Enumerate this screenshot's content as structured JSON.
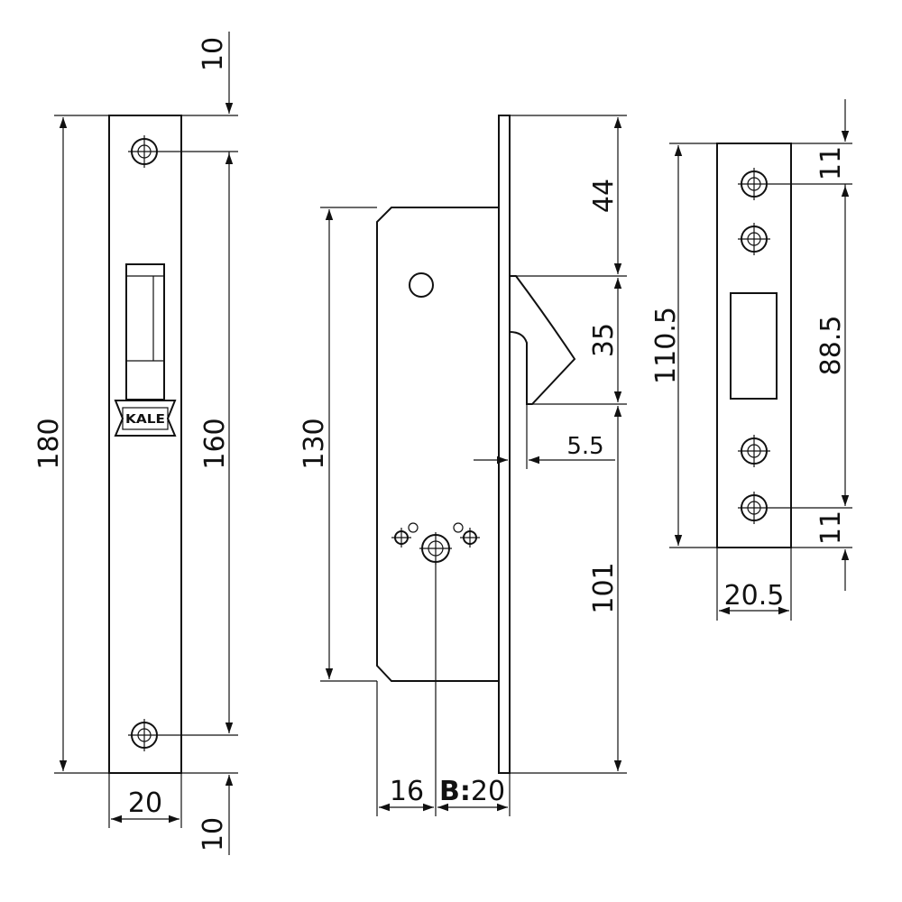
{
  "figure": {
    "brand_logo_text": "KALE",
    "front_view": {
      "dim_height_total": "180",
      "dim_hole_spacing": "160",
      "dim_top_offset": "10",
      "dim_bottom_offset": "10",
      "dim_width": "20"
    },
    "side_view": {
      "dim_body_height": "130",
      "dim_top_to_hook": "44",
      "dim_hook_height": "35",
      "dim_hook_depth": "5.5",
      "dim_hook_to_bottom": "101",
      "dim_backset_left": "16",
      "dim_backset_prefix": "B:",
      "dim_backset_value": "20"
    },
    "strike_plate": {
      "dim_height_total": "110.5",
      "dim_hole_spacing": "88.5",
      "dim_top_offset": "11",
      "dim_bottom_offset": "11",
      "dim_width": "20.5"
    }
  }
}
